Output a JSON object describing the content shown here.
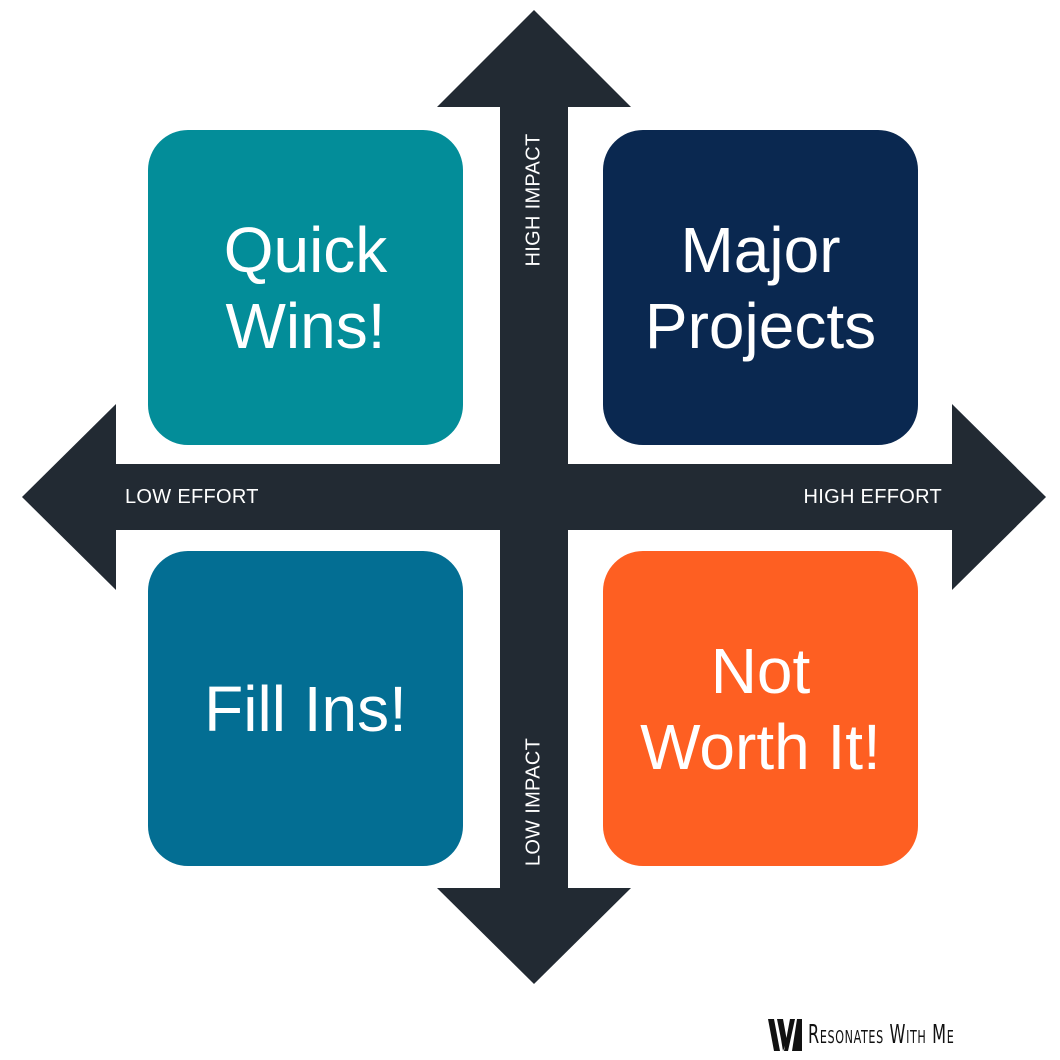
{
  "diagram": {
    "type": "impact-effort-matrix",
    "colors": {
      "arrow": "#222a33",
      "background": "#ffffff",
      "text": "#ffffff"
    },
    "axes": {
      "left": "LOW EFFORT",
      "right": "HIGH EFFORT",
      "top": "HIGH IMPACT",
      "bottom": "LOW IMPACT"
    },
    "quadrants": [
      {
        "position": "top-left",
        "label": "Quick\nWins!",
        "color": "#038d99"
      },
      {
        "position": "top-right",
        "label": "Major\nProjects",
        "color": "#0a2850"
      },
      {
        "position": "bottom-left",
        "label": "Fill Ins!",
        "color": "#036e93"
      },
      {
        "position": "bottom-right",
        "label": "Not\nWorth It!",
        "color": "#fe5f22"
      }
    ]
  },
  "branding": {
    "text": "Resonates With Me",
    "icon": "striped-logo-icon"
  }
}
